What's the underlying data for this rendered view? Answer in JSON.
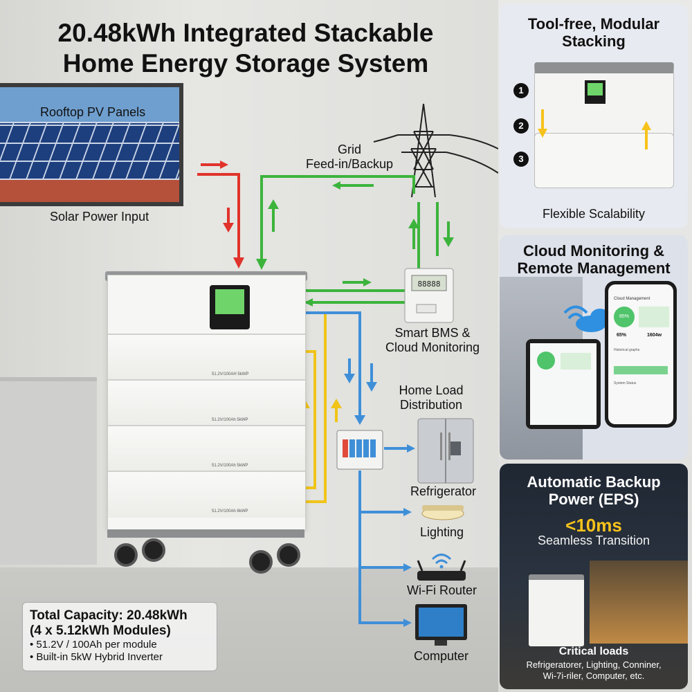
{
  "title_line1": "20.48kWh Integrated Stackable",
  "title_line2": "Home Energy Storage System",
  "labels": {
    "rooftop_pv": "Rooftop PV Panels",
    "solar_input": "Solar Power Input",
    "grid_line1": "Grid",
    "grid_line2": "Feed-in/Backup",
    "bms_line1": "Smart BMS &",
    "bms_line2": "Cloud Monitoring",
    "home_load_line1": "Home Load",
    "home_load_line2": "Distribution",
    "refrigerator": "Refrigerator",
    "lighting": "Lighting",
    "wifi_router": "Wi-Fi Router",
    "computer": "Computer",
    "meter_reading": "88888"
  },
  "modules": [
    {
      "tag": "51.2V/100AH 5kWP"
    },
    {
      "tag": "51.2V/100Ah 5kWP"
    },
    {
      "tag": "51.2V/100Ah 5kWP"
    },
    {
      "tag": "51.2V/100Ah 8kWP"
    }
  ],
  "info_box": {
    "heading_line1": "Total Capacity: 20.48kWh",
    "heading_line2": "(4 x 5.12kWh Modules)",
    "bullet1": "• 51.2V / 100Ah per module",
    "bullet2": "• Built-in 5kW Hybrid Inverter"
  },
  "panel_stacking": {
    "title_line1": "Tool-free, Modular",
    "title_line2": "Stacking",
    "steps": [
      "1",
      "2",
      "3"
    ],
    "caption": "Flexible Scalability"
  },
  "panel_cloud": {
    "title_line1": "Cloud Monitoring &",
    "title_line2": "Remote Management",
    "phone_header": "Cloud Management",
    "phone_gauge": "85%",
    "phone_stat1": "65%",
    "phone_stat2": "1604w",
    "phone_section1": "Historical graphs",
    "phone_section2": "System Status"
  },
  "panel_backup": {
    "title_line1": "Automatic Backup",
    "title_line2": "Power (EPS)",
    "highlight": "<10ms",
    "subtitle": "Seamless Transition",
    "loads_heading": "Critical loads",
    "loads_line1": "Refrigeratorer, Lighting, Conniner,",
    "loads_line2": "Wi-7i-riler, Computer, etc."
  },
  "colors": {
    "solar_arrow": "#e0332b",
    "grid_arrow": "#3cb43c",
    "battery_arrow": "#f0c419",
    "load_arrow": "#3f8fd8",
    "accent_yellow": "#f7c21b"
  }
}
